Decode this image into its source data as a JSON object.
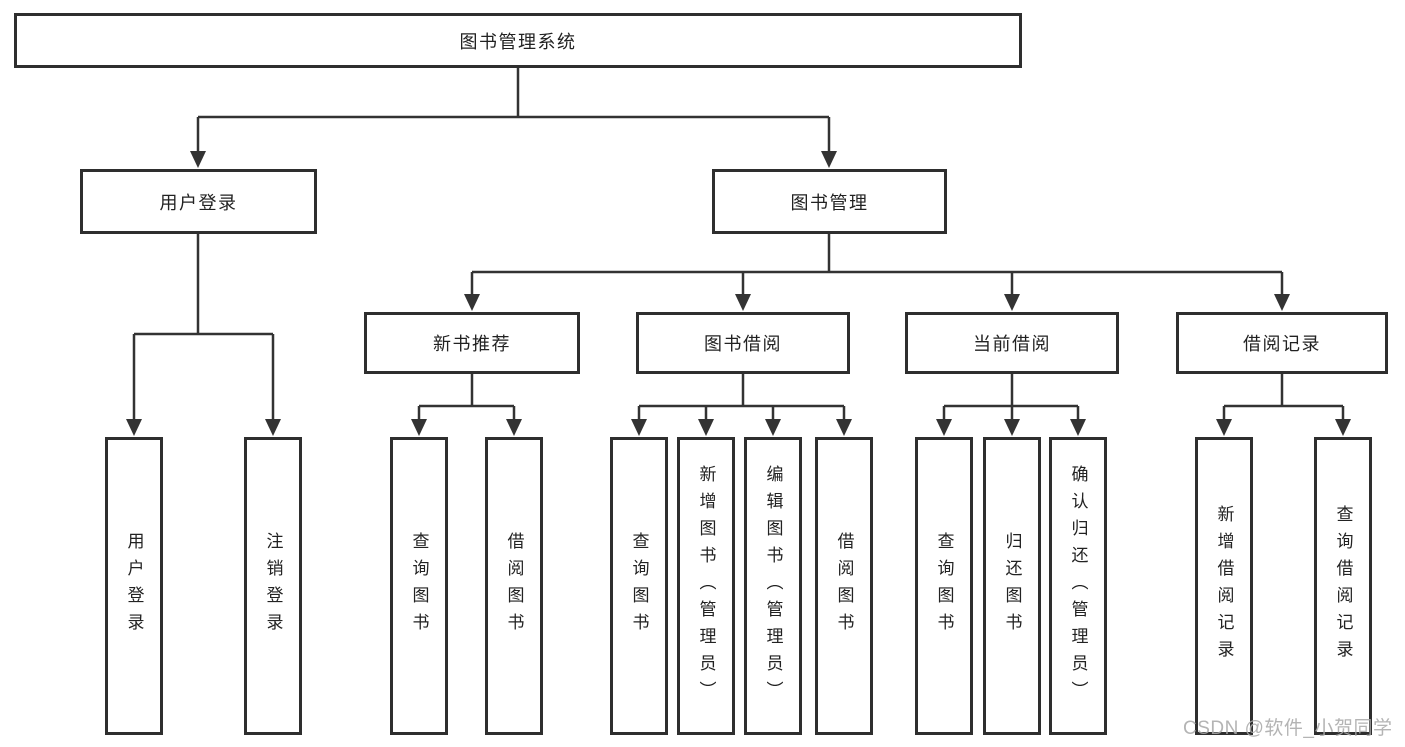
{
  "tree": {
    "root": {
      "label": "图书管理系统"
    },
    "branches": [
      {
        "label": "用户登录",
        "children": [
          {
            "label": "用户登录"
          },
          {
            "label": "注销登录"
          }
        ]
      },
      {
        "label": "图书管理",
        "children": [
          {
            "label": "新书推荐",
            "children": [
              {
                "label": "查询图书"
              },
              {
                "label": "借阅图书"
              }
            ]
          },
          {
            "label": "图书借阅",
            "children": [
              {
                "label": "查询图书"
              },
              {
                "label": "新增图书（管理员）"
              },
              {
                "label": "编辑图书（管理员）"
              },
              {
                "label": "借阅图书"
              }
            ]
          },
          {
            "label": "当前借阅",
            "children": [
              {
                "label": "查询图书"
              },
              {
                "label": "归还图书"
              },
              {
                "label": "确认归还（管理员）"
              }
            ]
          },
          {
            "label": "借阅记录",
            "children": [
              {
                "label": "新增借阅记录"
              },
              {
                "label": "查询借阅记录"
              }
            ]
          }
        ]
      }
    ]
  },
  "watermark": "CSDN @软件_小贺同学",
  "colors": {
    "line": "#333333",
    "box_border": "#2e2e2e",
    "box_bg": "#ffffff",
    "text": "#222222",
    "watermark": "#aaaaaa",
    "canvas_bg": "#ffffff"
  }
}
